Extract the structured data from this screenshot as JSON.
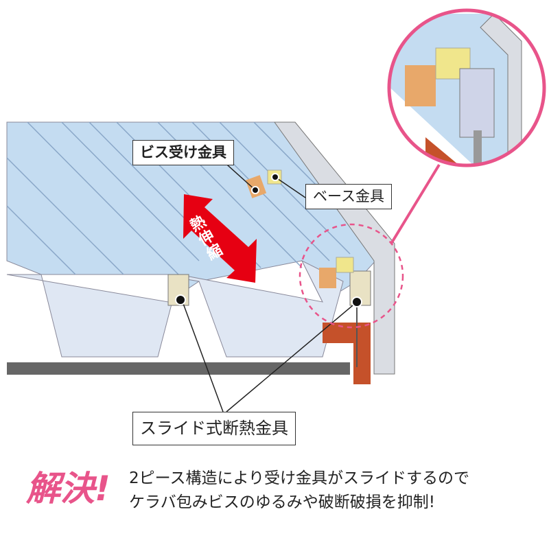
{
  "labels": {
    "screw_bracket": "ビス受け金具",
    "base_bracket": "ベース金具",
    "slide_bracket": "スライド式断熱金具",
    "thermal_expansion": "熱伸縮"
  },
  "solution": {
    "title": "解決!",
    "lines": [
      "2ピース構造により受け金具がスライドするので",
      "ケラバ包みビスのゆるみや破断破損を抑制!"
    ]
  },
  "colors": {
    "accent": "#e8548a",
    "arrow": "#e60012",
    "panel": "#bcd6ee",
    "bracket": "#e8a86a",
    "base": "#f0e68c"
  }
}
